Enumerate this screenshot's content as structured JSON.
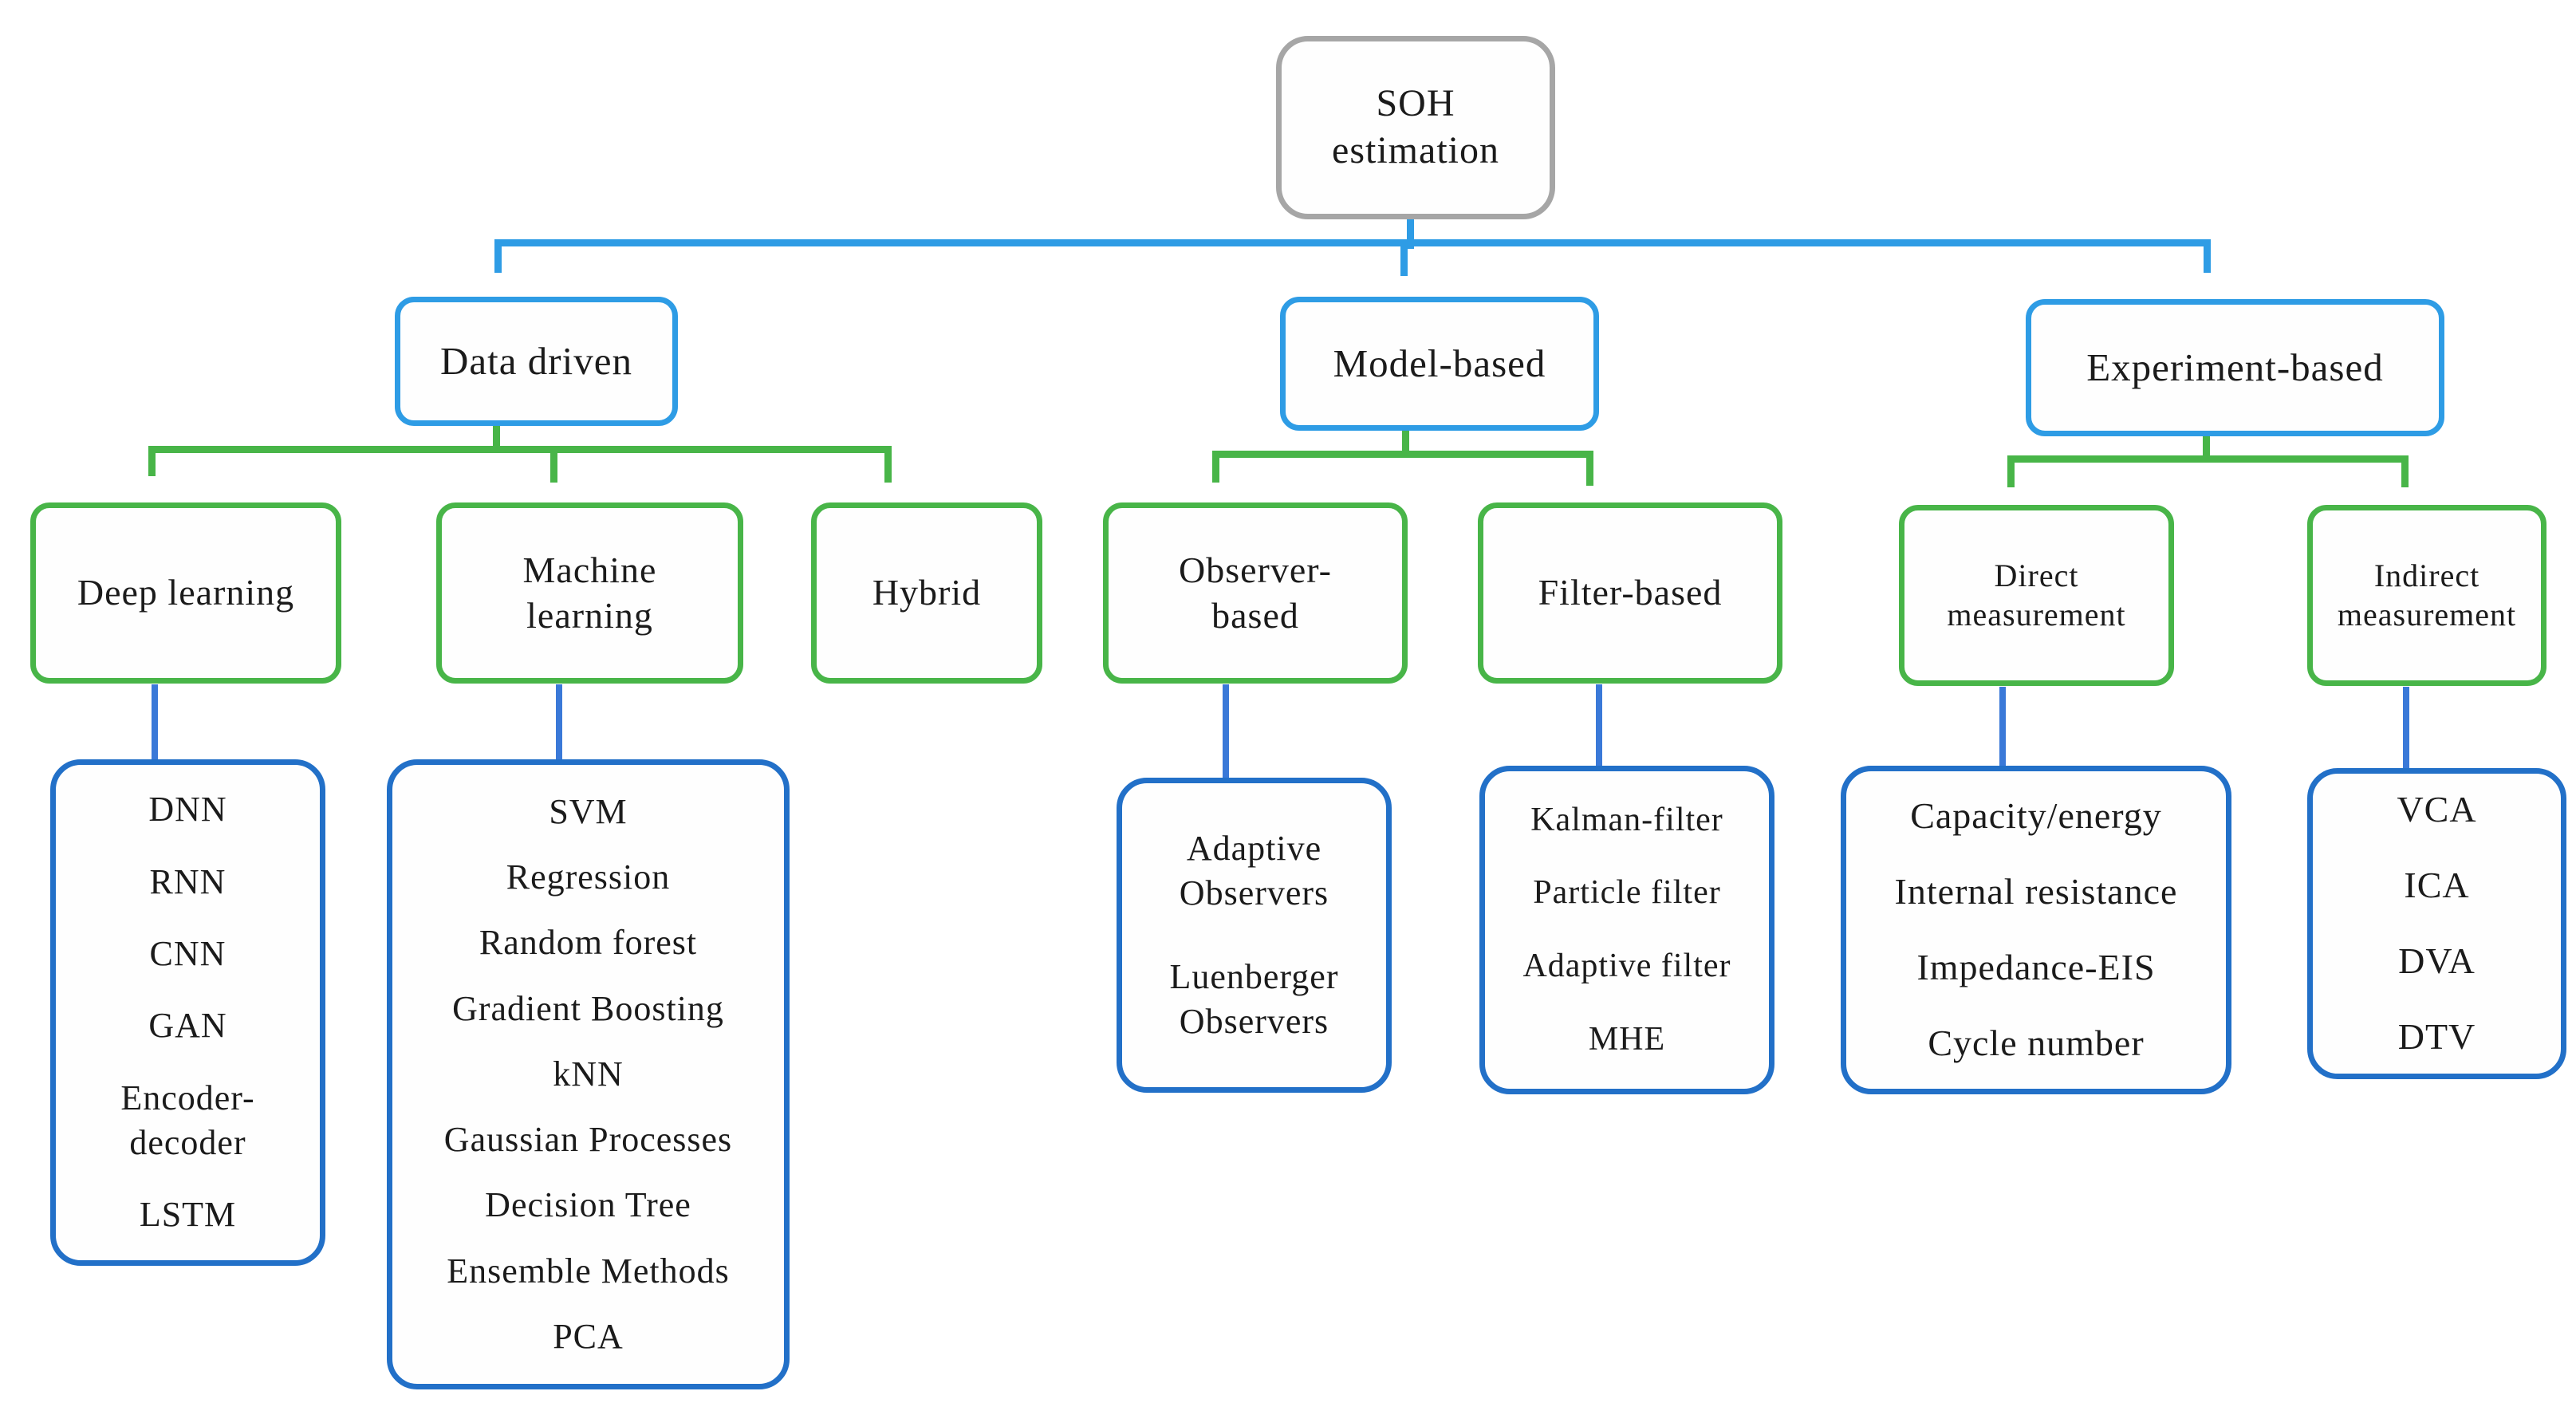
{
  "root": {
    "label": "SOH\nestimation"
  },
  "level2": [
    {
      "id": "data-driven",
      "label": "Data driven"
    },
    {
      "id": "model-based",
      "label": "Model-based"
    },
    {
      "id": "experiment-based",
      "label": "Experiment-based"
    }
  ],
  "level3": [
    {
      "id": "deep-learning",
      "label": "Deep learning"
    },
    {
      "id": "machine-learning",
      "label": "Machine\nlearning"
    },
    {
      "id": "hybrid",
      "label": "Hybrid"
    },
    {
      "id": "observer-based",
      "label": "Observer-\nbased"
    },
    {
      "id": "filter-based",
      "label": "Filter-based"
    },
    {
      "id": "direct-measurement",
      "label": "Direct\nmeasurement"
    },
    {
      "id": "indirect-measurement",
      "label": "Indirect\nmeasurement"
    }
  ],
  "leaves": {
    "deep_learning": {
      "items": [
        "DNN",
        "RNN",
        "CNN",
        "GAN",
        "Encoder-\ndecoder",
        "LSTM"
      ]
    },
    "machine_learning": {
      "items": [
        "SVM",
        "Regression",
        "Random forest",
        "Gradient Boosting",
        "kNN",
        "Gaussian Processes",
        "Decision Tree",
        "Ensemble Methods",
        "PCA"
      ]
    },
    "observer_based": {
      "items": [
        "Adaptive\nObservers",
        "Luenberger\nObservers"
      ]
    },
    "filter_based": {
      "items": [
        "Kalman-filter",
        "Particle filter",
        "Adaptive filter",
        "MHE"
      ]
    },
    "direct_measurement": {
      "items": [
        "Capacity/energy",
        "Internal resistance",
        "Impedance-EIS",
        "Cycle number"
      ]
    },
    "indirect_measurement": {
      "items": [
        "VCA",
        "ICA",
        "DVA",
        "DTV"
      ]
    }
  },
  "colors": {
    "root_border": "#a6a6a6",
    "level2_border": "#2e9ce5",
    "level3_border": "#48b548",
    "leaf_border": "#2270c8",
    "connector_blue": "#2e9ce5",
    "connector_green": "#48b548",
    "connector_leaf_stub": "#3a79d8",
    "text": "#1b1b1b",
    "background": "#ffffff"
  }
}
